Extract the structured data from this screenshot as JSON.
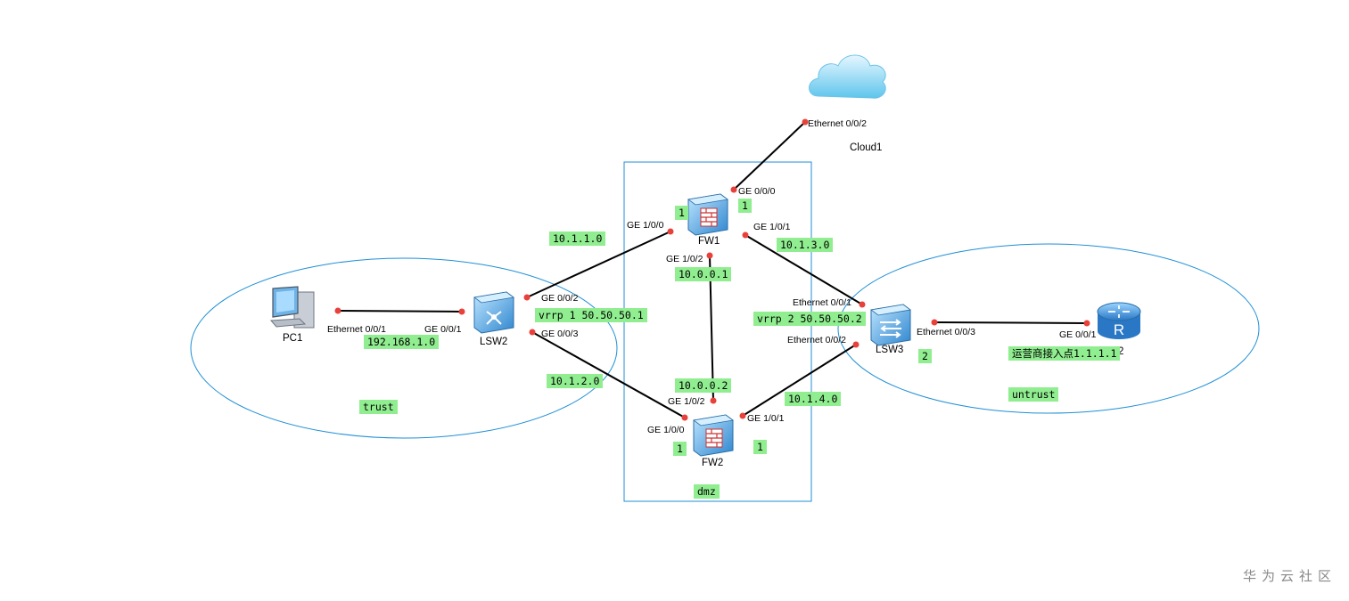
{
  "devices": {
    "cloud": "Cloud1",
    "fw1": "FW1",
    "fw2": "FW2",
    "lsw2": "LSW2",
    "lsw3": "LSW3",
    "pc1": "PC1",
    "router": "AR2"
  },
  "ports": {
    "cloud_eth002": "Ethernet 0/0/2",
    "fw1_ge000": "GE 0/0/0",
    "fw1_ge100": "GE 1/0/0",
    "fw1_ge101": "GE 1/0/1",
    "fw1_ge102": "GE 1/0/2",
    "fw2_ge102": "GE 1/0/2",
    "fw2_ge100": "GE 1/0/0",
    "fw2_ge101": "GE 1/0/1",
    "lsw2_ge002": "GE 0/0/2",
    "lsw2_ge003": "GE 0/0/3",
    "lsw2_ge001": "GE 0/0/1",
    "pc1_eth001": "Ethernet 0/0/1",
    "lsw3_eth001": "Ethernet 0/0/1",
    "lsw3_eth002": "Ethernet 0/0/2",
    "lsw3_eth003": "Ethernet 0/0/3",
    "ar2_ge001": "GE 0/0/1"
  },
  "notes": {
    "net_10_1_1_0": "10.1.1.0",
    "net_10_1_3_0": "10.1.3.0",
    "net_10_0_0_1": "10.0.0.1",
    "net_10_0_0_2": "10.0.0.2",
    "net_10_1_2_0": "10.1.2.0",
    "net_10_1_4_0": "10.1.4.0",
    "net_192": "192.168.1.0",
    "vrrp1": "vrrp 1 50.50.50.1",
    "vrrp2": "vrrp 2 50.50.50.2",
    "isp": "运营商接入点1.1.1.1",
    "fw1_a": "1",
    "fw1_b": "1",
    "fw2_a": "1",
    "fw2_b": "1",
    "lsw3_n": "2"
  },
  "zones": {
    "trust": "trust",
    "dmz": "dmz",
    "untrust": "untrust"
  },
  "watermark": "华为云社区",
  "colors": {
    "zone_outline": "#1f8fd6",
    "link": "#000000",
    "port_dot": "#e8413b",
    "note_bg": "#90ee90"
  }
}
